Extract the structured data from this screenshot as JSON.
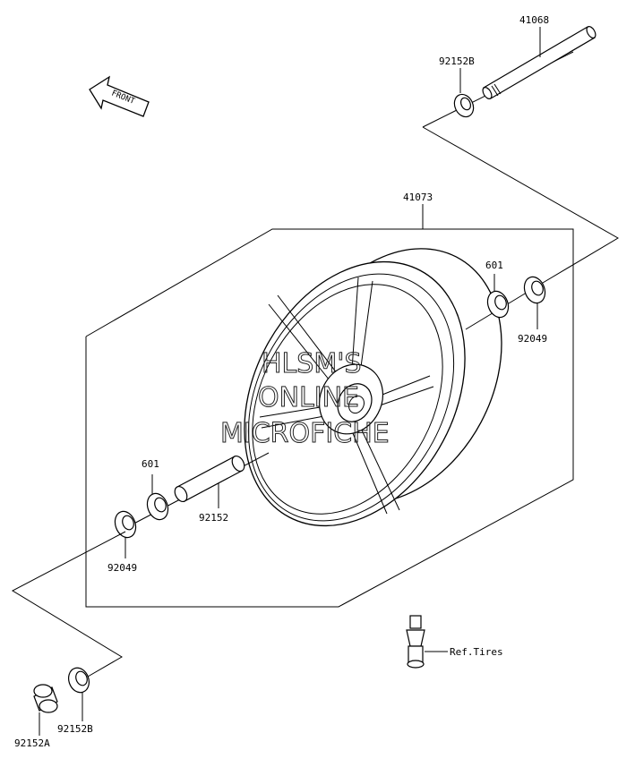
{
  "labels": {
    "axle": "41068",
    "collar_top": "92152B",
    "wheel": "41073",
    "bearing_right": "601",
    "seal_right": "92049",
    "bearing_left": "601",
    "spacer": "92152",
    "seal_left": "92049",
    "collar_bottom": "92152B",
    "collar_a": "92152A",
    "valve_ref": "Ref.Tires"
  },
  "front_arrow": "FRONT",
  "watermark": [
    "HLSM'S",
    "ONLINE",
    "MICROFICHE"
  ]
}
